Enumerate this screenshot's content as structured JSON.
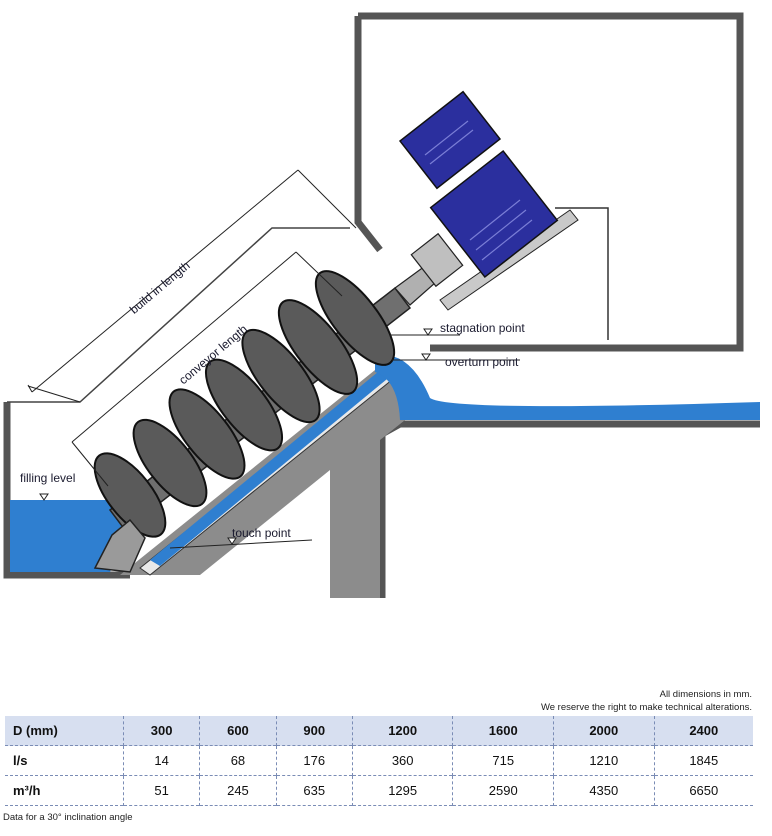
{
  "labels": {
    "build_in_length": "build in length",
    "conveyor_length": "conveyor length",
    "stagnation_point": "stagnation point",
    "overturn_point": "overturn point",
    "filling_level": "filling level",
    "touch_point": "touch point"
  },
  "notes": {
    "dimensions": "All dimensions in mm.",
    "reserve": "We reserve the right to make technical alterations."
  },
  "table": {
    "header_label": "D (mm)",
    "columns": [
      "300",
      "600",
      "900",
      "1200",
      "1600",
      "2000",
      "2400"
    ],
    "rows": [
      {
        "label": "l/s",
        "values": [
          "14",
          "68",
          "176",
          "360",
          "715",
          "1210",
          "1845"
        ]
      },
      {
        "label": "m³/h",
        "values": [
          "51",
          "245",
          "635",
          "1295",
          "2590",
          "4350",
          "6650"
        ]
      }
    ]
  },
  "footnote": "Data for a 30° inclination angle",
  "colors": {
    "water": "#2f7fd0",
    "water_light": "#5aa6e8",
    "concrete": "#8c8c8c",
    "motor": "#2b2f9e",
    "screw": "#6f6f6f",
    "table_header": "#d7dff0"
  }
}
